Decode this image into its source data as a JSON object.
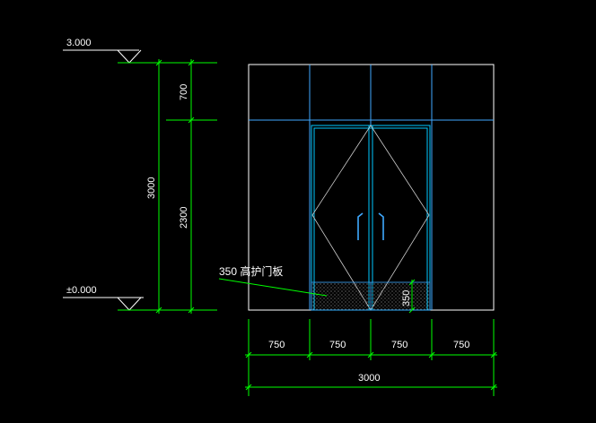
{
  "elevations": {
    "top": "3.000",
    "bottom": "±0.000"
  },
  "vertical_dims": {
    "total": "3000",
    "upper": "700",
    "lower": "2300",
    "kick_plate": "350"
  },
  "horizontal_dims": {
    "segments": [
      "750",
      "750",
      "750",
      "750"
    ],
    "total": "3000"
  },
  "annotation": {
    "kick_plate": "350 高护门板"
  },
  "colors": {
    "background": "#000000",
    "dimension": "#00ff00",
    "frame": "#ffffff",
    "glazing": "#3fa9ff",
    "door": "#00c8ff",
    "swing": "#cccccc",
    "text": "#ffffff"
  }
}
